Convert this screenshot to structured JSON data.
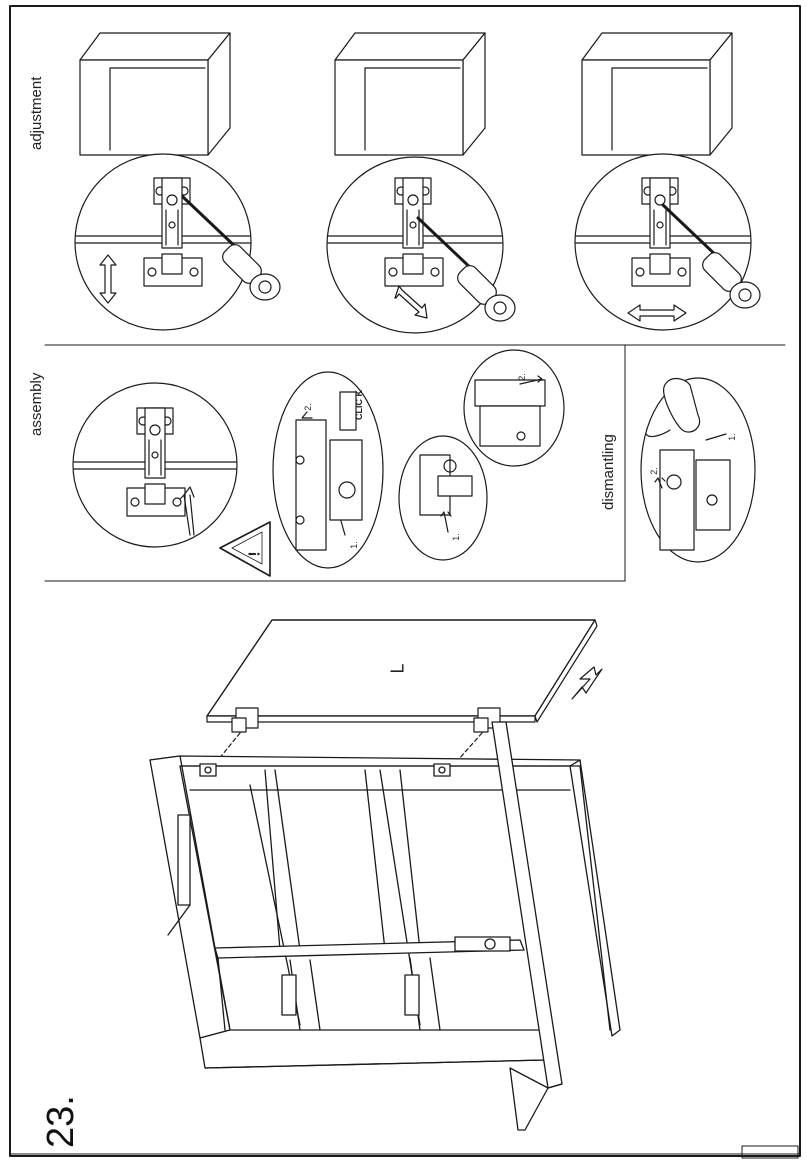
{
  "step_number": "23.",
  "sections": {
    "adjustment": "adjustment",
    "assembly": "assembly",
    "dismantling": "dismantling"
  },
  "panel_letter": "L",
  "callouts": {
    "clic": "CLIC K",
    "step_1": "1.",
    "step_2": "2."
  },
  "warning_mark": "!"
}
